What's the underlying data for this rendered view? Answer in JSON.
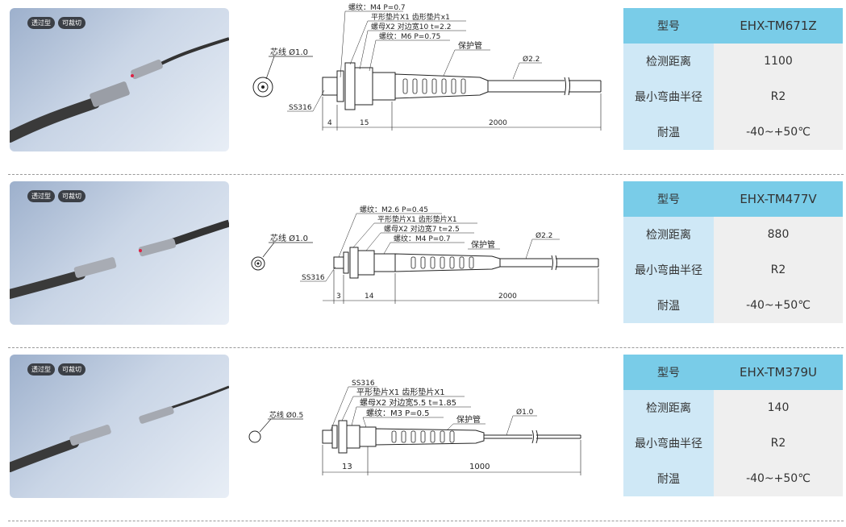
{
  "products": [
    {
      "tags": [
        "透过型",
        "可裁切"
      ],
      "core_label": "芯线 Ø1.0",
      "notes": {
        "thread": "螺纹：M4 P=0.7",
        "washer": "平形垫片X1 齿形垫片x1",
        "nut": "螺母X2 对边宽10 t=2.2",
        "thread2": "螺纹：M6 P=0.75",
        "protect": "保护管",
        "cable": "Ø2.2",
        "material": "SS316"
      },
      "dims": [
        "4",
        "15",
        "2000"
      ],
      "spec": {
        "model_label": "型号",
        "model": "EHX-TM671Z",
        "distance_label": "检测距离",
        "distance": "1100",
        "radius_label": "最小弯曲半径",
        "radius": "R2",
        "temp_label": "耐温",
        "temp": "-40~+50℃"
      }
    },
    {
      "tags": [
        "透过型",
        "可裁切"
      ],
      "core_label": "芯线 Ø1.0",
      "notes": {
        "thread": "螺纹：M2.6 P=0.45",
        "washer": "平形垫片X1 齿形垫片X1",
        "nut": "螺母X2 对边宽7 t=2.5",
        "thread2": "螺纹：M4 P=0.7",
        "protect": "保护管",
        "cable": "Ø2.2",
        "material": "SS316"
      },
      "dims": [
        "3",
        "14",
        "2000"
      ],
      "spec": {
        "model_label": "型号",
        "model": "EHX-TM477V",
        "distance_label": "检测距离",
        "distance": "880",
        "radius_label": "最小弯曲半径",
        "radius": "R2",
        "temp_label": "耐温",
        "temp": "-40~+50℃"
      }
    },
    {
      "tags": [
        "透过型",
        "可裁切"
      ],
      "core_label": "芯线 Ø0.5",
      "notes": {
        "material": "SS316",
        "washer": "平形垫片X1 齿形垫片X1",
        "nut": "螺母X2 对边宽5.5 t=1.85",
        "thread2": "螺纹：M3 P=0.5",
        "protect": "保护管",
        "cable": "Ø1.0"
      },
      "dims": [
        "13",
        "1000"
      ],
      "spec": {
        "model_label": "型号",
        "model": "EHX-TM379U",
        "distance_label": "检测距离",
        "distance": "140",
        "radius_label": "最小弯曲半径",
        "radius": "R2",
        "temp_label": "耐温",
        "temp": "-40~+50℃"
      }
    }
  ]
}
